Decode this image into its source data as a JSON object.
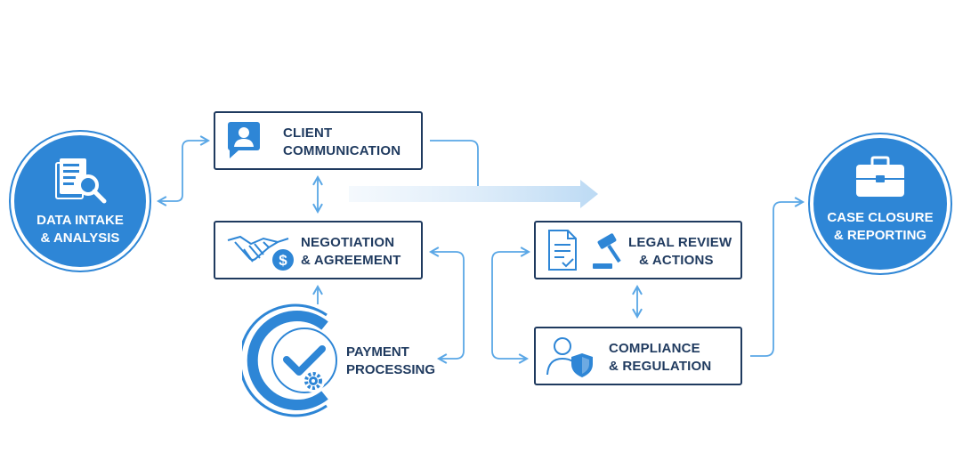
{
  "nodes": {
    "data_intake": {
      "line1": "DATA INTAKE",
      "line2": "& ANALYSIS"
    },
    "client_communication": {
      "line1": "CLIENT",
      "line2": "COMMUNICATION"
    },
    "negotiation": {
      "line1": "NEGOTIATION",
      "line2": "& AGREEMENT"
    },
    "payment": {
      "line1": "PAYMENT",
      "line2": "PROCESSING"
    },
    "legal_review": {
      "line1": "LEGAL REVIEW",
      "line2": "& ACTIONS"
    },
    "compliance": {
      "line1": "COMPLIANCE",
      "line2": "& REGULATION"
    },
    "case_closure": {
      "line1": "CASE CLOSURE",
      "line2": "& REPORTING"
    }
  },
  "colors": {
    "accent": "#2e86d6",
    "text": "#1f3a5f",
    "connector": "#5aa7e6"
  }
}
